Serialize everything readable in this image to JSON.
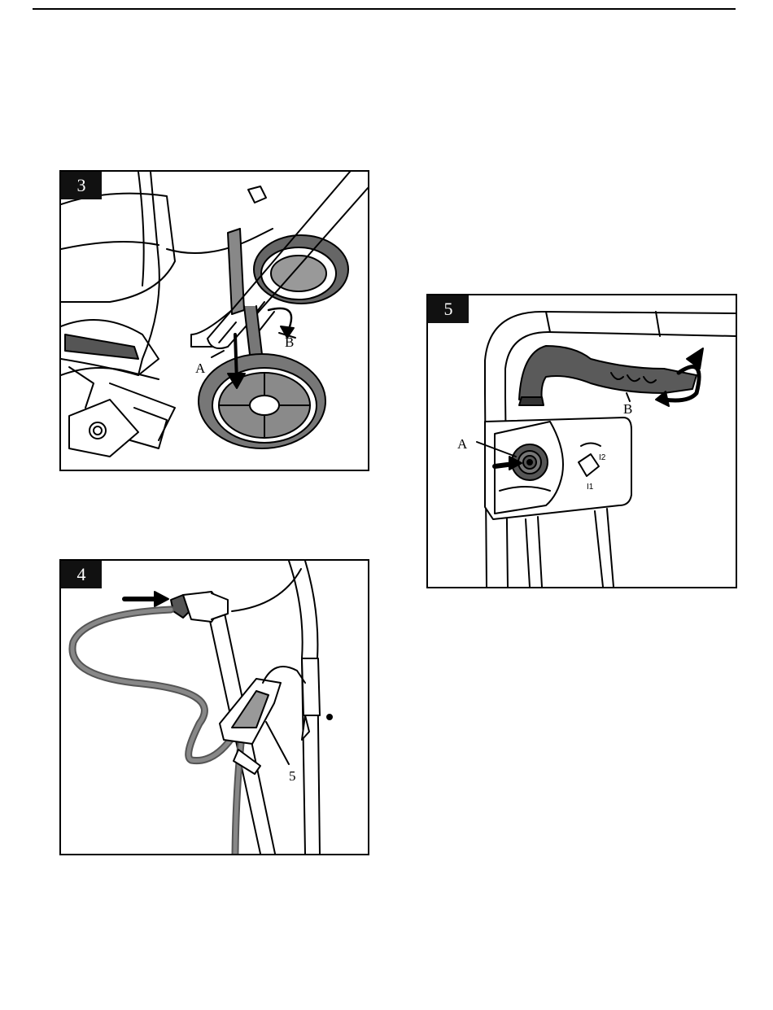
{
  "figures": [
    {
      "number": "3",
      "callouts": {
        "a": "A",
        "b": "B"
      }
    },
    {
      "number": "4",
      "callouts": {
        "five": "5"
      }
    },
    {
      "number": "5",
      "callouts": {
        "a": "A",
        "b": "B"
      },
      "switch_marks": {
        "on": "I2",
        "off": "I1"
      }
    }
  ],
  "colors": {
    "ink": "#000000",
    "dark_gray": "#5a5a5a",
    "mid_gray": "#7d7d7d",
    "light_fill": "#ffffff"
  }
}
